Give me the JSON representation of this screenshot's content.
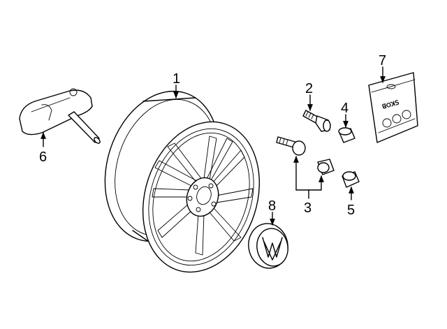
{
  "callouts": {
    "c1": "1",
    "c2": "2",
    "c3": "3",
    "c4": "4",
    "c5": "5",
    "c6": "6",
    "c7": "7",
    "c8": "8"
  },
  "package_logo_text": "ꓭOꓘꓢ"
}
